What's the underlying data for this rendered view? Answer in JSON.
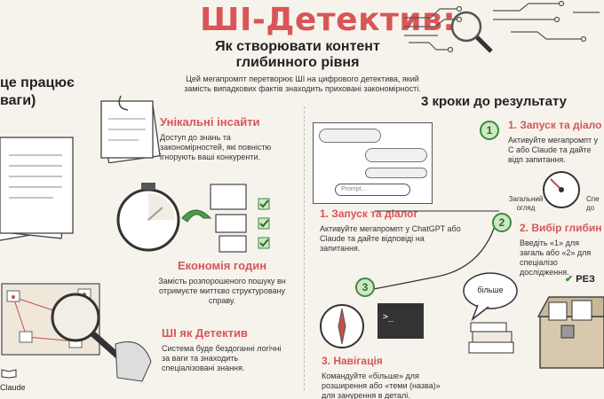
{
  "header": {
    "title": "ШІ-Детектив:",
    "subtitle": "Як створювати контент глибинного рівня",
    "intro": "Цей мегапромпт перетворює ШІ на цифрового детектива, який замість випадкових фактів знаходить приховані закономірності."
  },
  "left_heading": "це працює ваги)",
  "benefits": [
    {
      "title": "Унікальні інсайти",
      "text": "Доступ до знань та закономірностей, які повністю ігнорують ваші конкуренти."
    },
    {
      "title": "Економія годин",
      "text": "Замість розпорошеного пошуку вн отримуєте миттєво структуровану справу."
    },
    {
      "title": "ШІ як Детектив",
      "text": "Система буде бездоганні логічні за ваги та знаходить спеціалізовані знання."
    }
  ],
  "steps_heading": "3 кроки до результату",
  "steps_center": [
    {
      "number": "1",
      "title": "1. Запуск та діалог",
      "text": "Активуйте мегапромпт у ChatGPT або Claude та дайте відповіді на запитання."
    },
    {
      "number": "3",
      "title": "3. Навігація",
      "text": "Командуйте «більше» для розширення або «теми (назва)» для занурення в деталі."
    }
  ],
  "steps_right": [
    {
      "number": "1",
      "title": "1. Запуск та діало",
      "text": "Активуйте мегапромпт у С або Claude та дайте відп запитання."
    },
    {
      "number": "2",
      "title": "2. Вибір глибин",
      "text": "Введіть «1» для загаль або «2» для спеціалізо дослідження."
    }
  ],
  "chat_prompt_placeholder": "Prompt...",
  "dial_labels": {
    "left": "Загальний огляд",
    "right": "Спе до"
  },
  "more_bubble": "більше",
  "result_label": "РЕЗ",
  "claude_label": "Claude",
  "colors": {
    "accent": "#d95557",
    "green": "#3c8a3c",
    "background": "#f6f3ec"
  }
}
